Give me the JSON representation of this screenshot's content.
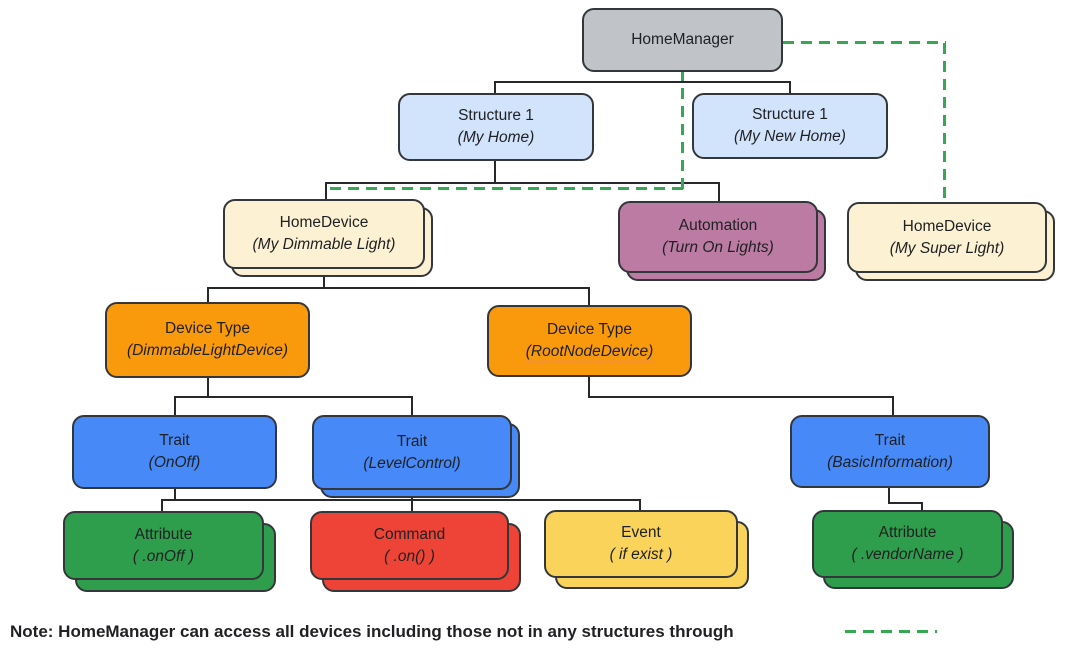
{
  "nodes": {
    "home_manager": {
      "label": "HomeManager"
    },
    "structure_my_home": {
      "label": "Structure 1",
      "sub": "(My Home)"
    },
    "structure_my_new_home": {
      "label": "Structure 1",
      "sub": "(My New Home)"
    },
    "home_device_dimmable": {
      "label": "HomeDevice",
      "sub": "(My Dimmable Light)"
    },
    "automation": {
      "label": "Automation",
      "sub": "(Turn On Lights)"
    },
    "home_device_super": {
      "label": "HomeDevice",
      "sub": "(My Super Light)"
    },
    "device_type_dimmable": {
      "label": "Device Type",
      "sub": "(DimmableLightDevice)"
    },
    "device_type_rootnode": {
      "label": "Device Type",
      "sub": "(RootNodeDevice)"
    },
    "trait_onoff": {
      "label": "Trait",
      "sub": "(OnOff)"
    },
    "trait_levelcontrol": {
      "label": "Trait",
      "sub": "(LevelControl)"
    },
    "trait_basicinfo": {
      "label": "Trait",
      "sub": "(BasicInformation)"
    },
    "attribute_onoff": {
      "label": "Attribute",
      "sub": "( .onOff )"
    },
    "command_on": {
      "label": "Command",
      "sub": "( .on() )"
    },
    "event_ifexist": {
      "label": "Event",
      "sub": "( if exist )"
    },
    "attribute_vendorname": {
      "label": "Attribute",
      "sub": "( .vendorName )"
    }
  },
  "note": {
    "text": "Note: HomeManager can access all devices including those not in any structures through"
  },
  "colors": {
    "gray": "#C0C4C9",
    "light_blue": "#D2E3FC",
    "cream": "#FCF2D3",
    "mauve": "#BB7BA2",
    "orange": "#F9990C",
    "blue": "#4689F7",
    "green": "#2F9E4C",
    "red": "#EE4437",
    "yellow": "#FAD45A",
    "dashed_link_green": "#34A853",
    "connector_line": "#26282C"
  }
}
